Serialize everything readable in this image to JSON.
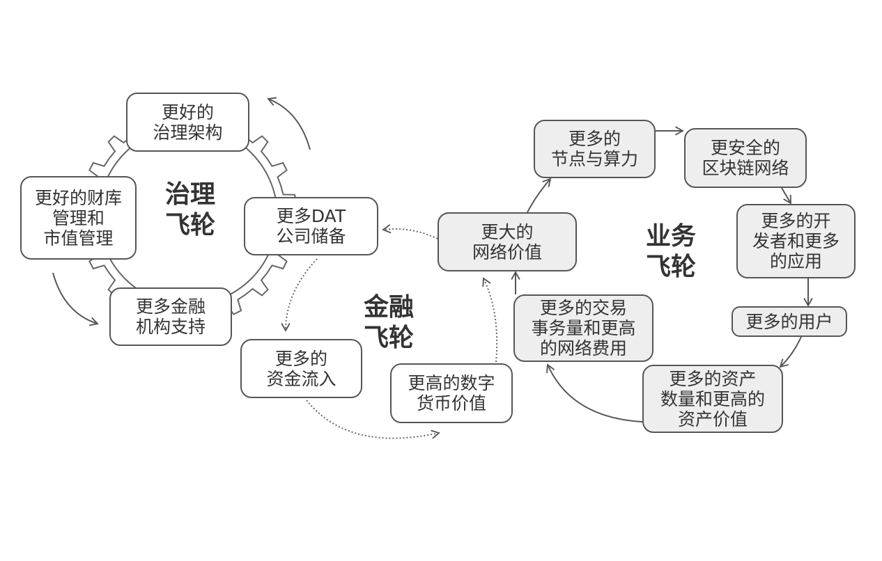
{
  "governance_flywheel": {
    "title": [
      "治理",
      "飞轮"
    ],
    "nodes": [
      {
        "lines": [
          "更好的",
          "治理架构"
        ]
      },
      {
        "lines": [
          "更多DAT",
          "公司储备"
        ]
      },
      {
        "lines": [
          "更多金融",
          "机构支持"
        ]
      },
      {
        "lines": [
          "更好的财库",
          "管理和",
          "市值管理"
        ]
      }
    ]
  },
  "finance_flywheel": {
    "title": [
      "金融",
      "飞轮"
    ],
    "nodes": [
      {
        "lines": [
          "更多的",
          "资金流入"
        ]
      },
      {
        "lines": [
          "更高的数字",
          "货币价值"
        ]
      }
    ]
  },
  "business_flywheel": {
    "title": [
      "业务",
      "飞轮"
    ],
    "nodes": [
      {
        "lines": [
          "更大的",
          "网络价值"
        ]
      },
      {
        "lines": [
          "更多的",
          "节点与算力"
        ]
      },
      {
        "lines": [
          "更安全的",
          "区块链网络"
        ]
      },
      {
        "lines": [
          "更多的开",
          "发者和更多",
          "的应用"
        ]
      },
      {
        "lines": [
          "更多的用户"
        ]
      },
      {
        "lines": [
          "更多的资产",
          "数量和更高的",
          "资产价值"
        ]
      },
      {
        "lines": [
          "更多的交易",
          "事务量和更高",
          "的网络费用"
        ]
      }
    ]
  },
  "colors": {
    "stroke": "#555555",
    "business_fill": "#eeeeee",
    "text": "#333333"
  }
}
